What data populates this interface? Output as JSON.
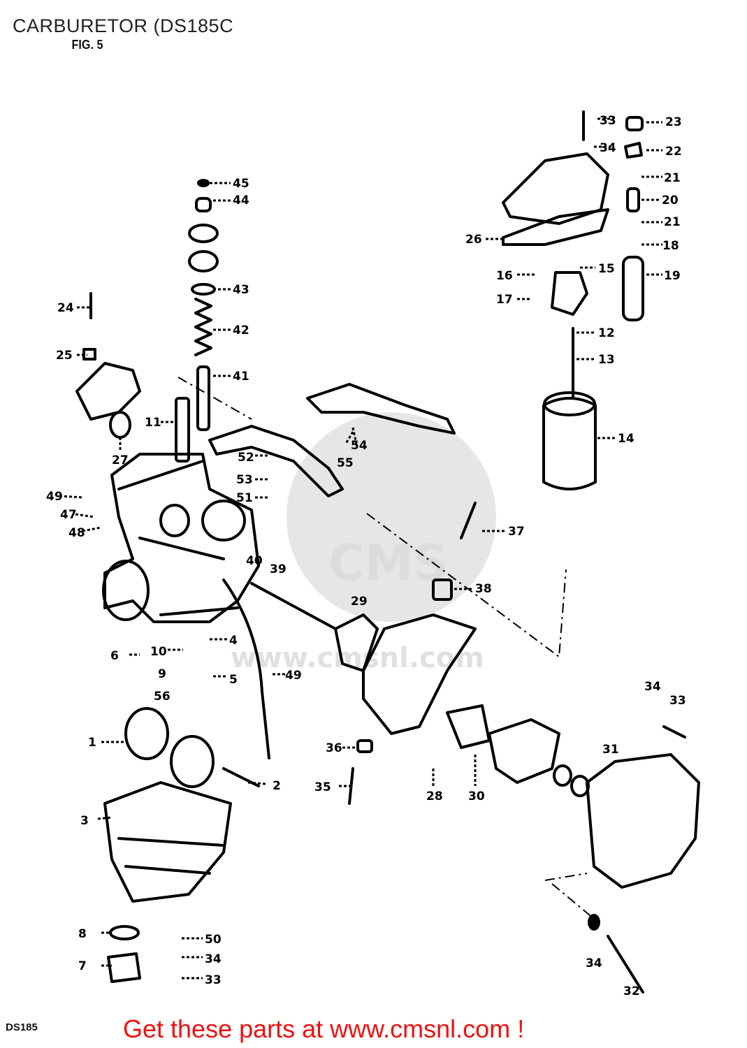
{
  "header": {
    "title": "CARBURETOR (DS185C",
    "figure": "FIG. 5"
  },
  "footer": {
    "model": "DS185",
    "promo": "Get these parts at www.cmsnl.com !"
  },
  "watermark": {
    "text": "www.cmsnl.com",
    "logo": "CMS"
  },
  "part_labels": [
    "1",
    "2",
    "3",
    "4",
    "5",
    "6",
    "7",
    "8",
    "9",
    "10",
    "11",
    "12",
    "13",
    "14",
    "15",
    "16",
    "17",
    "18",
    "19",
    "20",
    "21",
    "22",
    "23",
    "24",
    "25",
    "26",
    "27",
    "28",
    "29",
    "30",
    "31",
    "32",
    "33",
    "34",
    "35",
    "36",
    "37",
    "38",
    "39",
    "40",
    "41",
    "42",
    "43",
    "44",
    "45",
    "47",
    "48",
    "49",
    "50",
    "51",
    "52",
    "53",
    "54",
    "55",
    "56"
  ],
  "colors": {
    "line": "#000000",
    "footer_text": "#ee1111",
    "watermark": "#e6e6e6"
  }
}
